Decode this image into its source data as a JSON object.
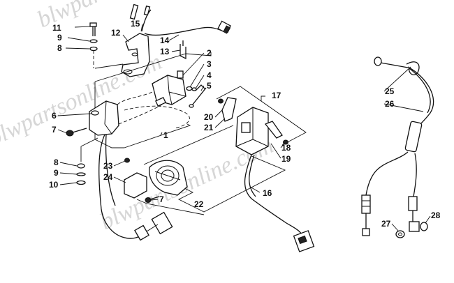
{
  "watermark": {
    "text": "blwpartsonline.com"
  },
  "callouts": {
    "1": "1",
    "2": "2",
    "3": "3",
    "4": "4",
    "5": "5",
    "6": "6",
    "7": "7",
    "8": "8",
    "9": "9",
    "10": "10",
    "11": "11",
    "12": "12",
    "13": "13",
    "14": "14",
    "15": "15",
    "16": "16",
    "17": "17",
    "18": "18",
    "19": "19",
    "20": "20",
    "21": "21",
    "22": "22",
    "23": "23",
    "24": "24",
    "25": "25",
    "26": "26",
    "27": "27",
    "28": "28"
  },
  "colors": {
    "line": "#111111",
    "background": "#ffffff",
    "watermark": "#d6d6d6"
  }
}
